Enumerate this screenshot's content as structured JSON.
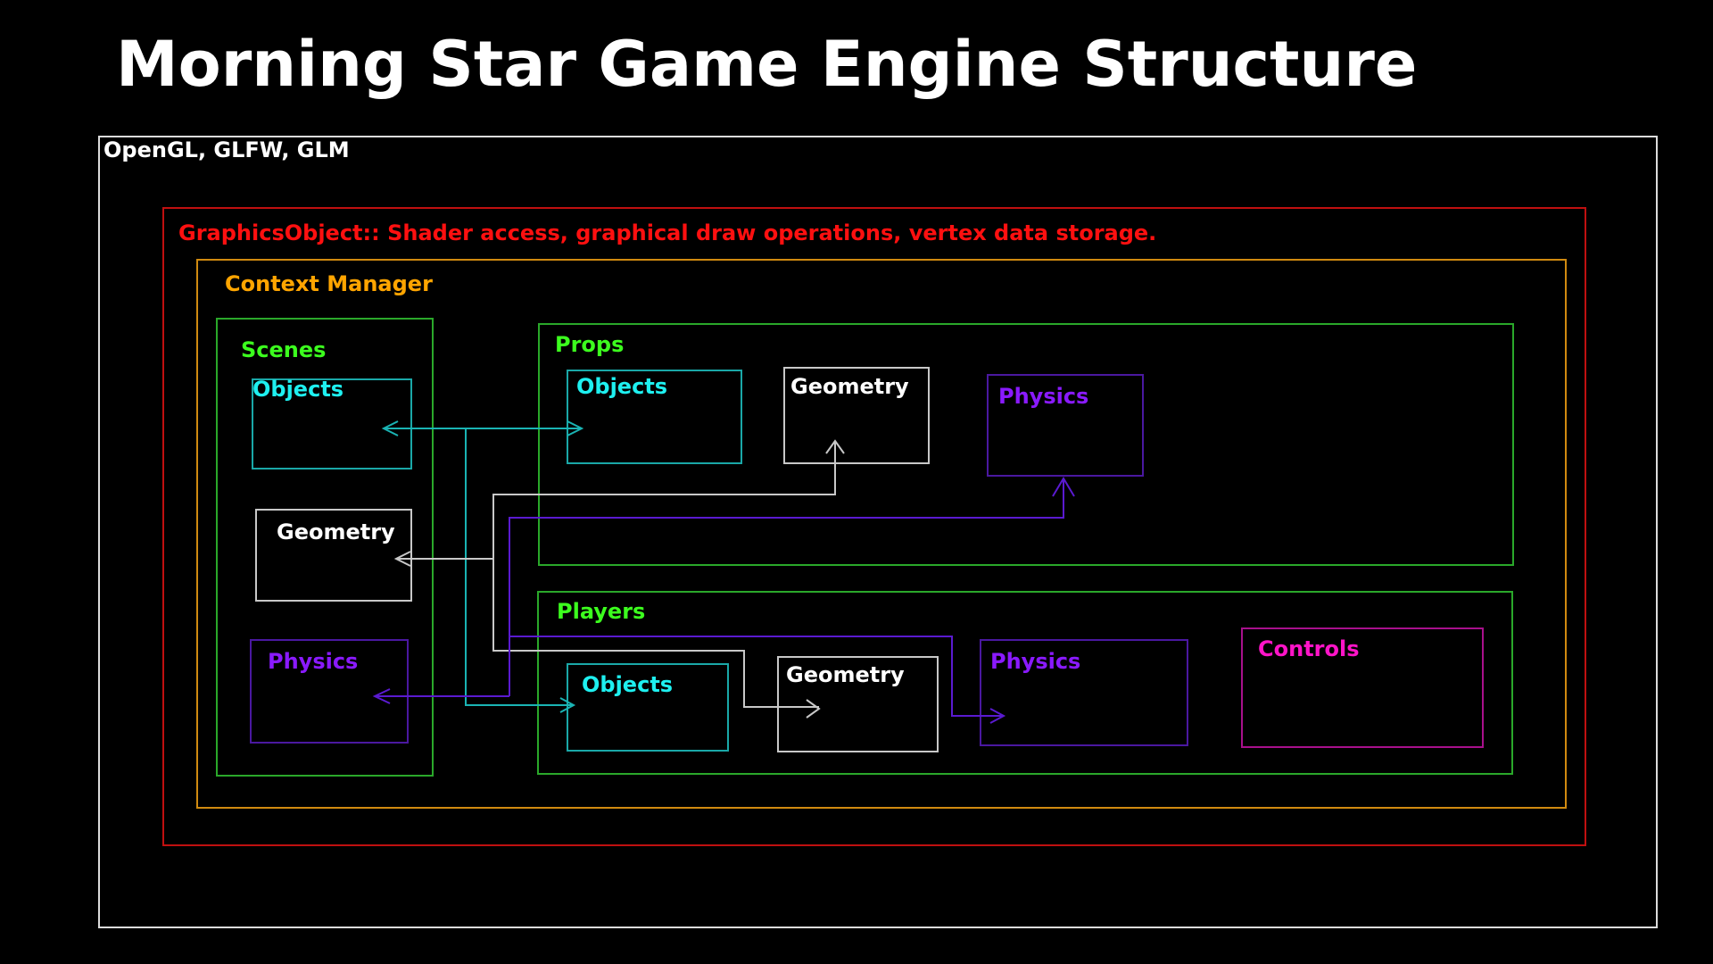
{
  "title": "Morning Star Game Engine Structure",
  "colors": {
    "background": "#000000",
    "white": "#ffffff",
    "frame": "#dcdcdc",
    "red": "#ff1010",
    "orange": "#ffa500",
    "green": "#3cff1e",
    "cyan": "#1ef0f0",
    "violet": "#8a1aff",
    "magenta": "#ff14c8"
  },
  "layers": {
    "libraries": "OpenGL, GLFW, GLM",
    "graphics_object": "GraphicsObject:: Shader access, graphical draw operations, vertex data storage.",
    "context_manager": "Context Manager"
  },
  "scenes": {
    "label": "Scenes",
    "objects": "Objects",
    "geometry": "Geometry",
    "physics": "Physics"
  },
  "props": {
    "label": "Props",
    "objects": "Objects",
    "geometry": "Geometry",
    "physics": "Physics"
  },
  "players": {
    "label": "Players",
    "objects": "Objects",
    "geometry": "Geometry",
    "physics": "Physics",
    "controls": "Controls"
  }
}
